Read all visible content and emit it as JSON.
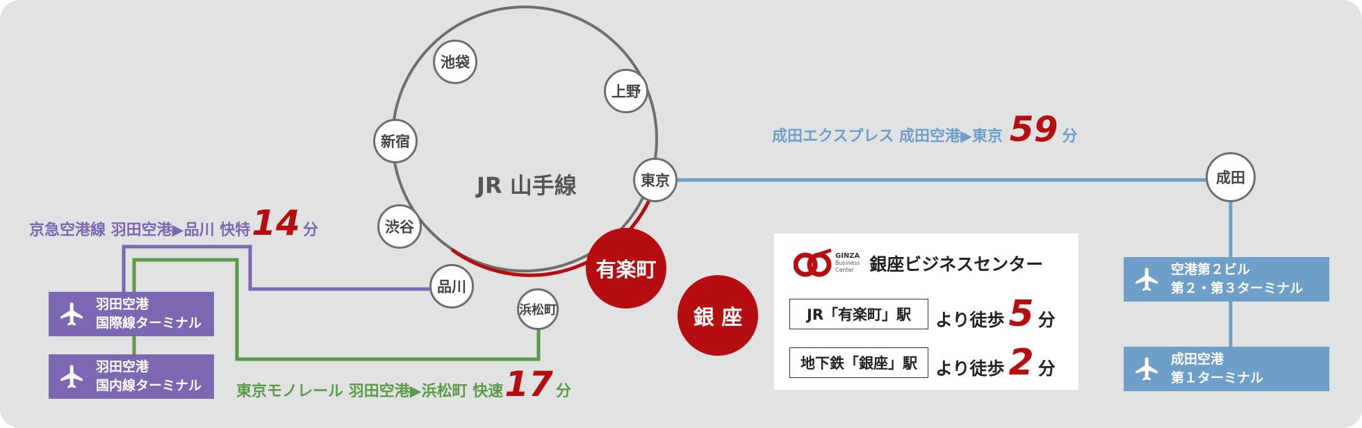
{
  "loop": {
    "name": "JR 山手線",
    "stations": [
      "池袋",
      "上野",
      "新宿",
      "東京",
      "渋谷",
      "品川",
      "浜松町"
    ]
  },
  "yurakucho": "有楽町",
  "ginza": "銀 座",
  "narita_station": "成田",
  "routes": {
    "keikyu": {
      "text": "京急空港線 羽田空港▶品川 快特",
      "minutes": "14",
      "unit": "分"
    },
    "monorail": {
      "text": "東京モノレール 羽田空港▶浜松町 快速",
      "minutes": "17",
      "unit": "分"
    },
    "nex": {
      "text": "成田エクスプレス 成田空港▶東京",
      "minutes": "59",
      "unit": "分"
    }
  },
  "terminals": {
    "haneda_intl": {
      "line1": "羽田空港",
      "line2": "国際線ターミナル"
    },
    "haneda_dom": {
      "line1": "羽田空港",
      "line2": "国内線ターミナル"
    },
    "narita_t23": {
      "line1": "空港第２ビル",
      "line2": "第２・第３ターミナル"
    },
    "narita_t1": {
      "line1": "成田空港",
      "line2": "第１ターミナル"
    }
  },
  "card": {
    "logo_word": "GINZA",
    "logo_sub1": "Business",
    "logo_sub2": "Center",
    "name": "銀座ビジネスセンター",
    "rows": [
      {
        "station": "JR「有楽町」駅",
        "prefix": "より徒歩",
        "minutes": "5",
        "unit": "分"
      },
      {
        "station": "地下鉄「銀座」駅",
        "prefix": "より徒歩",
        "minutes": "2",
        "unit": "分"
      }
    ]
  },
  "colors": {
    "loop_line": "#6e6e6e",
    "red": "#b50d10",
    "keikyu": "#7b67b2",
    "monorail": "#5c9a47",
    "nex": "#6e9fc9",
    "terminal_purple": "#7b67b2",
    "terminal_blue": "#6e9fc9"
  }
}
